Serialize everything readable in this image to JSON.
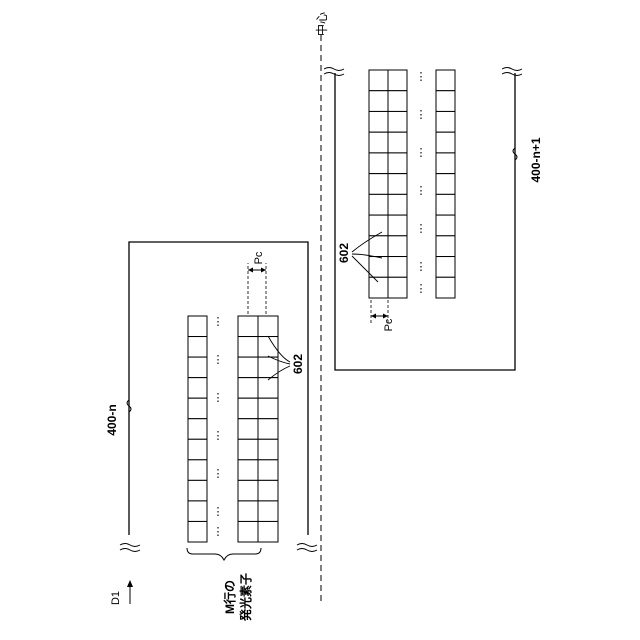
{
  "labels": {
    "center": "中心",
    "chip_left": "400-n",
    "chip_right": "400-n+1",
    "element_ref_left": "602",
    "element_ref_right": "602",
    "pitch_left": "Pc",
    "pitch_right": "Pc",
    "direction": "D1",
    "rows_line1": "M行の",
    "rows_line2": "発光素子",
    "ellipsis": "⋮"
  },
  "grid": {
    "rows": 11,
    "columns_per_block": 2,
    "single_column_blocks": 1
  }
}
